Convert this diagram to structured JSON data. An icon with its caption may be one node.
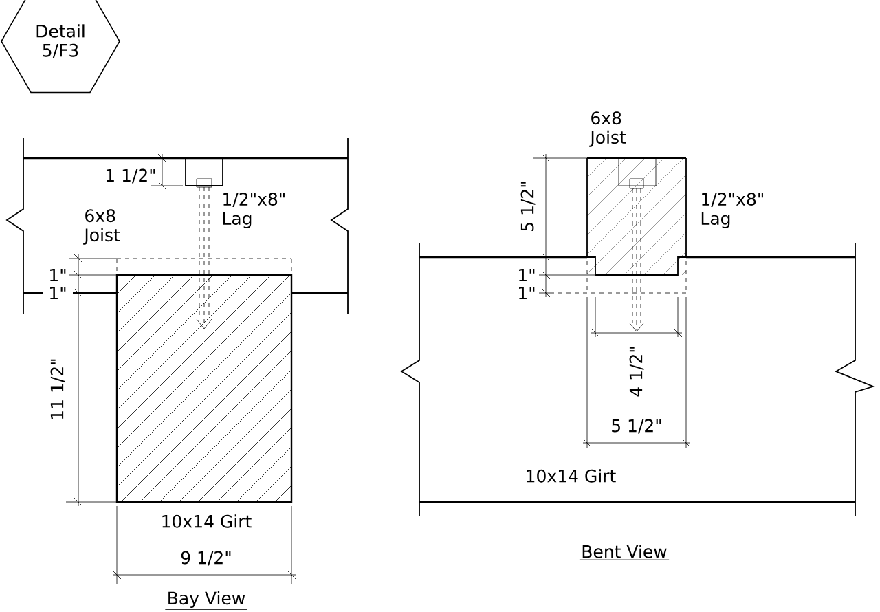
{
  "diagram": {
    "nodes": [
      {
        "text": [
          "Detail 5/F3"
        ]
      }
    ],
    "labels": [
      "1 1/2\"",
      "1/2\"x8\" Lag",
      "6x8 Joist",
      "1\"",
      "1\"",
      "11 1/2\"",
      "10x14 Girt",
      "9 1/2\"",
      "Bay View",
      "6x8 Joist",
      "5 1/2\"",
      "1/2\"x8\" Lag",
      "1\"",
      "1\"",
      "4 1/2\"",
      "5 1/2\"",
      "10x14 Girt",
      "Bent View"
    ]
  }
}
